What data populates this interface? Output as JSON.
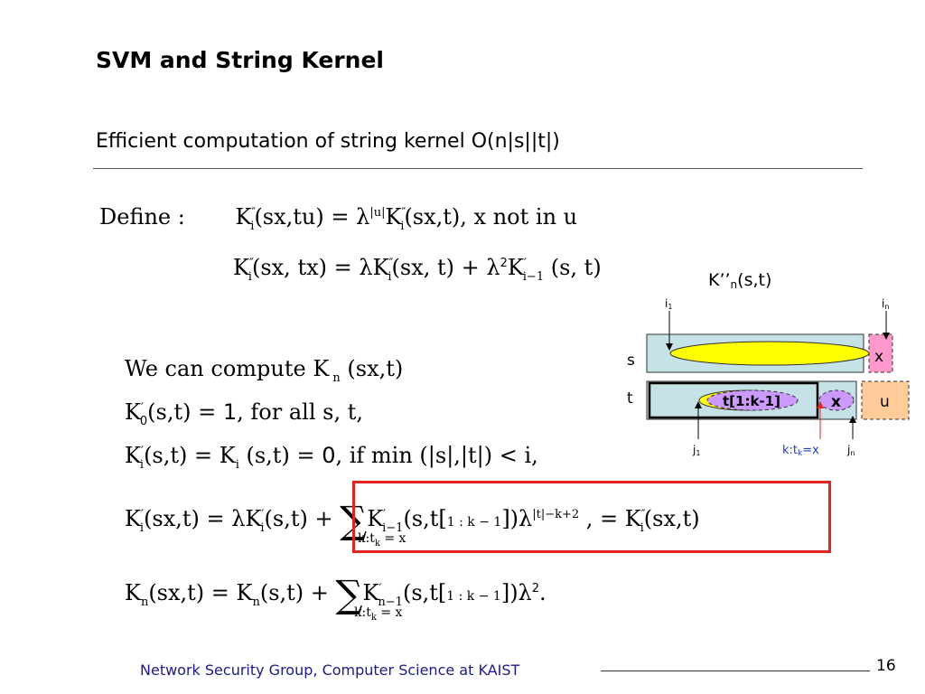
{
  "slide": {
    "title": "SVM and String Kernel",
    "subtitle": "Efficient computation of string kernel O(n|s||t|)",
    "footer": "Network Security Group, Computer Science at KAIST",
    "page_number": "16"
  },
  "formulas": {
    "define_label": "Define :",
    "line1_a": "(sx,tu)  =  λ",
    "line1_exp": "|u|",
    "line1_b": "(sx,t),   x not in u",
    "line2_a": "(sx, tx) = λK",
    "line2_b": "(sx, t) + λ",
    "line2_c": "(s, t)",
    "compute": "We can compute K",
    "compute_b": "(sx,t)",
    "k0_a": "(s,t) = ",
    "k0_one": "1",
    "k0_b": ", for all s, t,",
    "min_a": "(s,t) = K",
    "min_b": "(s,t) = ",
    "min_zero": "0",
    "min_c": ",  if  min (|s|,|t|) < i,",
    "rec_a": "(sx,t) = λK",
    "rec_b": "(s,t) + ",
    "rec_c": "(s,t[",
    "rec_range": "1 : k − 1",
    "rec_d": "])λ",
    "rec_exp": "|t|−k+2",
    "rec_e": " ,   =  K",
    "rec_f": "(sx,t)",
    "sum_under": "k:t",
    "sum_under_b": " = x",
    "kn_a": "(sx,t) = K",
    "kn_b": "(s,t) + ",
    "kn_c": "(s,t[",
    "kn_range": "1 : k − 1",
    "kn_d": "])λ",
    "kn_e": "."
  },
  "diagram": {
    "label_kpp": "K’’",
    "label_kpp_sub": "n",
    "label_kpp_arg": "(s,t)",
    "i1": "i",
    "i1_sub": "1",
    "in": "i",
    "in_sub": "n",
    "s_label": "s",
    "t_label": "t",
    "x_top": "x",
    "x_mid": "x",
    "u_label": "u",
    "t_range": "t[1:k-1]",
    "j1": "j",
    "j1_sub": "1",
    "k_label": "k:t",
    "k_label_sub": "k",
    "k_label_b": "=x",
    "jn": "j",
    "jn_sub": "n",
    "colors": {
      "strip": "#c5e3e6",
      "ellipse": "#ffff00",
      "lavender": "#cc99ff",
      "pink": "#ff99cc",
      "peach": "#ffcc99",
      "red": "#e3231f",
      "blue_label": "#1f3fbf"
    }
  }
}
